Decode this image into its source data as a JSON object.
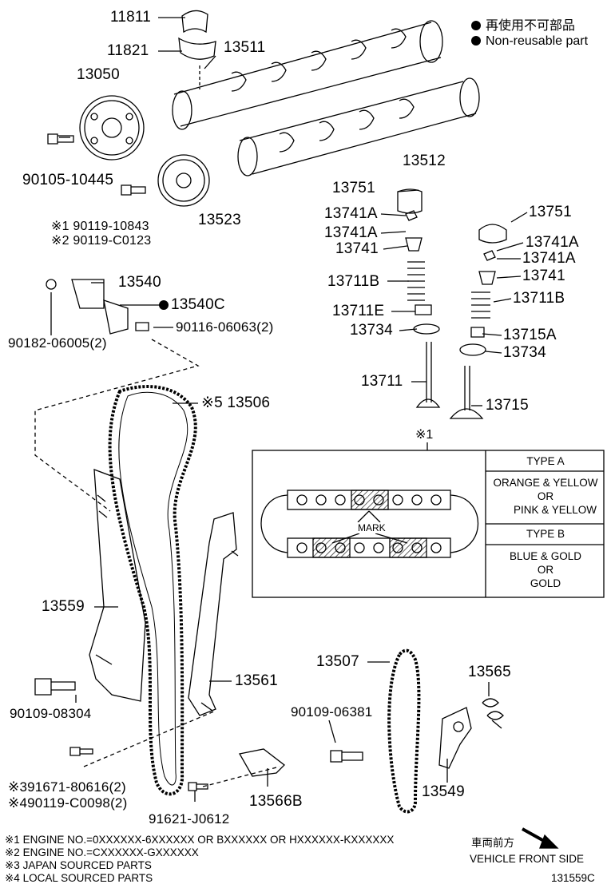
{
  "legend": {
    "jp_label": "再使用不可部品",
    "en_label": "Non-reusable part"
  },
  "parts": {
    "p11811": "11811",
    "p11821": "11821",
    "p13511": "13511",
    "p13050": "13050",
    "p13512": "13512",
    "p90105": "90105-10445",
    "p13523": "13523",
    "p90119a": "※1 90119-10843",
    "p90119b": "※2 90119-C0123",
    "p13751a": "13751",
    "p13741Aa": "13741A",
    "p13741Ab": "13741A",
    "p13741a": "13741",
    "p13711Ba": "13711B",
    "p13711E": "13711E",
    "p13734a": "13734",
    "p13711": "13711",
    "p13751b": "13751",
    "p13741Ac": "13741A",
    "p13741Ad": "13741A",
    "p13741b": "13741",
    "p13711Bb": "13711B",
    "p13715A": "13715A",
    "p13734b": "13734",
    "p13715": "13715",
    "p13540": "13540",
    "p13540C": "13540C",
    "p90182": "90182-06005(2)",
    "p90116": "90116-06063(2)",
    "p13506": "※5  13506",
    "p13559": "13559",
    "p13561": "13561",
    "p90109a": "90109-08304",
    "p13507": "13507",
    "p13565": "13565",
    "p90109b": "90109-06381",
    "p13549": "13549",
    "p91671": "※391671-80616(2)",
    "p90119c": "※490119-C0098(2)",
    "p91621": "91621-J0612",
    "p13566B": "13566B"
  },
  "inset": {
    "ref": "※1",
    "type_a_header": "TYPE A",
    "type_a_line1": "ORANGE & YELLOW",
    "type_a_line2": "OR",
    "type_a_line3": "PINK & YELLOW",
    "type_b_header": "TYPE B",
    "type_b_line1": "BLUE & GOLD",
    "type_b_line2": "OR",
    "type_b_line3": "GOLD",
    "mark_label": "MARK"
  },
  "notes": [
    "※1 ENGINE NO.=0XXXXXX-6XXXXXX OR BXXXXXX OR HXXXXXX-KXXXXXX",
    "※2 ENGINE NO.=CXXXXXX-GXXXXXX",
    "※3 JAPAN SOURCED PARTS",
    "※4 LOCAL SOURCED PARTS"
  ],
  "direction": {
    "jp_label": "車両前方",
    "en_label": "VEHICLE FRONT SIDE"
  },
  "illustration_id": "131559C"
}
